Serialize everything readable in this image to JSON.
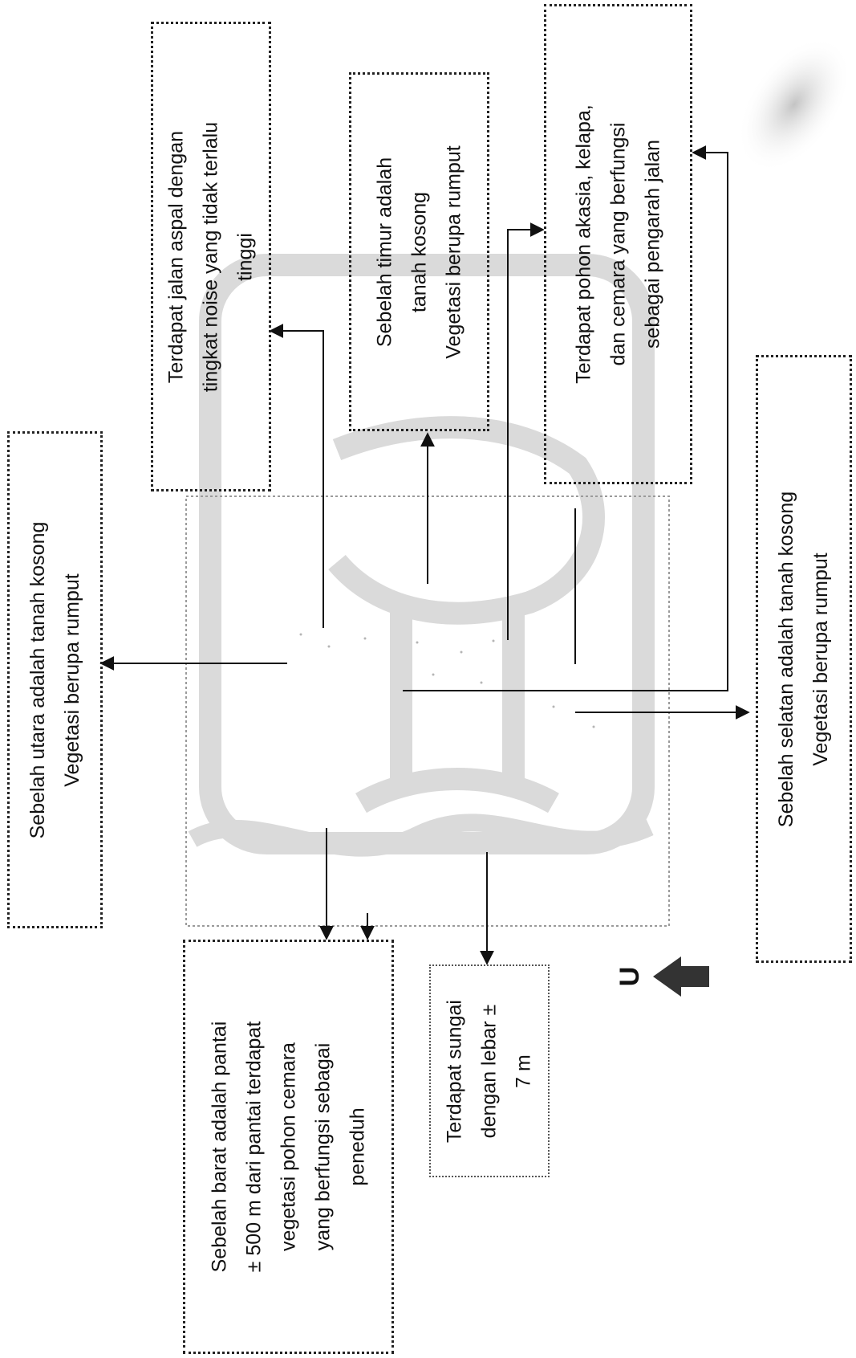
{
  "diagram": {
    "boxes": {
      "north": {
        "lines": [
          "Sebelah utara adalah tanah kosong",
          "Vegetasi berupa rumput"
        ]
      },
      "road": {
        "lines": [
          "Terdapat jalan aspal dengan",
          "tingkat noise yang tidak terlalu",
          "tinggi"
        ]
      },
      "east": {
        "lines": [
          "Sebelah timur adalah",
          "tanah kosong",
          "Vegetasi berupa rumput"
        ]
      },
      "trees": {
        "lines": [
          "Terdapat pohon akasia, kelapa,",
          "dan cemara yang berfungsi",
          "sebagai pengarah jalan"
        ]
      },
      "south": {
        "lines": [
          "Sebelah selatan adalah tanah kosong",
          "Vegetasi berupa rumput"
        ]
      },
      "west": {
        "lines": [
          "Sebelah barat adalah pantai",
          "± 500 m dari pantai terdapat",
          "vegetasi pohon cemara",
          "yang berfungsi sebagai",
          "peneduh"
        ]
      },
      "river": {
        "lines": [
          "Terdapat sungai",
          "dengan lebar ±",
          "7 m"
        ]
      }
    },
    "north_arrow": {
      "label": "U"
    },
    "colors": {
      "line": "#111111",
      "site_outline": "#9a9a9a",
      "watermark": "#d4d4d4"
    }
  }
}
